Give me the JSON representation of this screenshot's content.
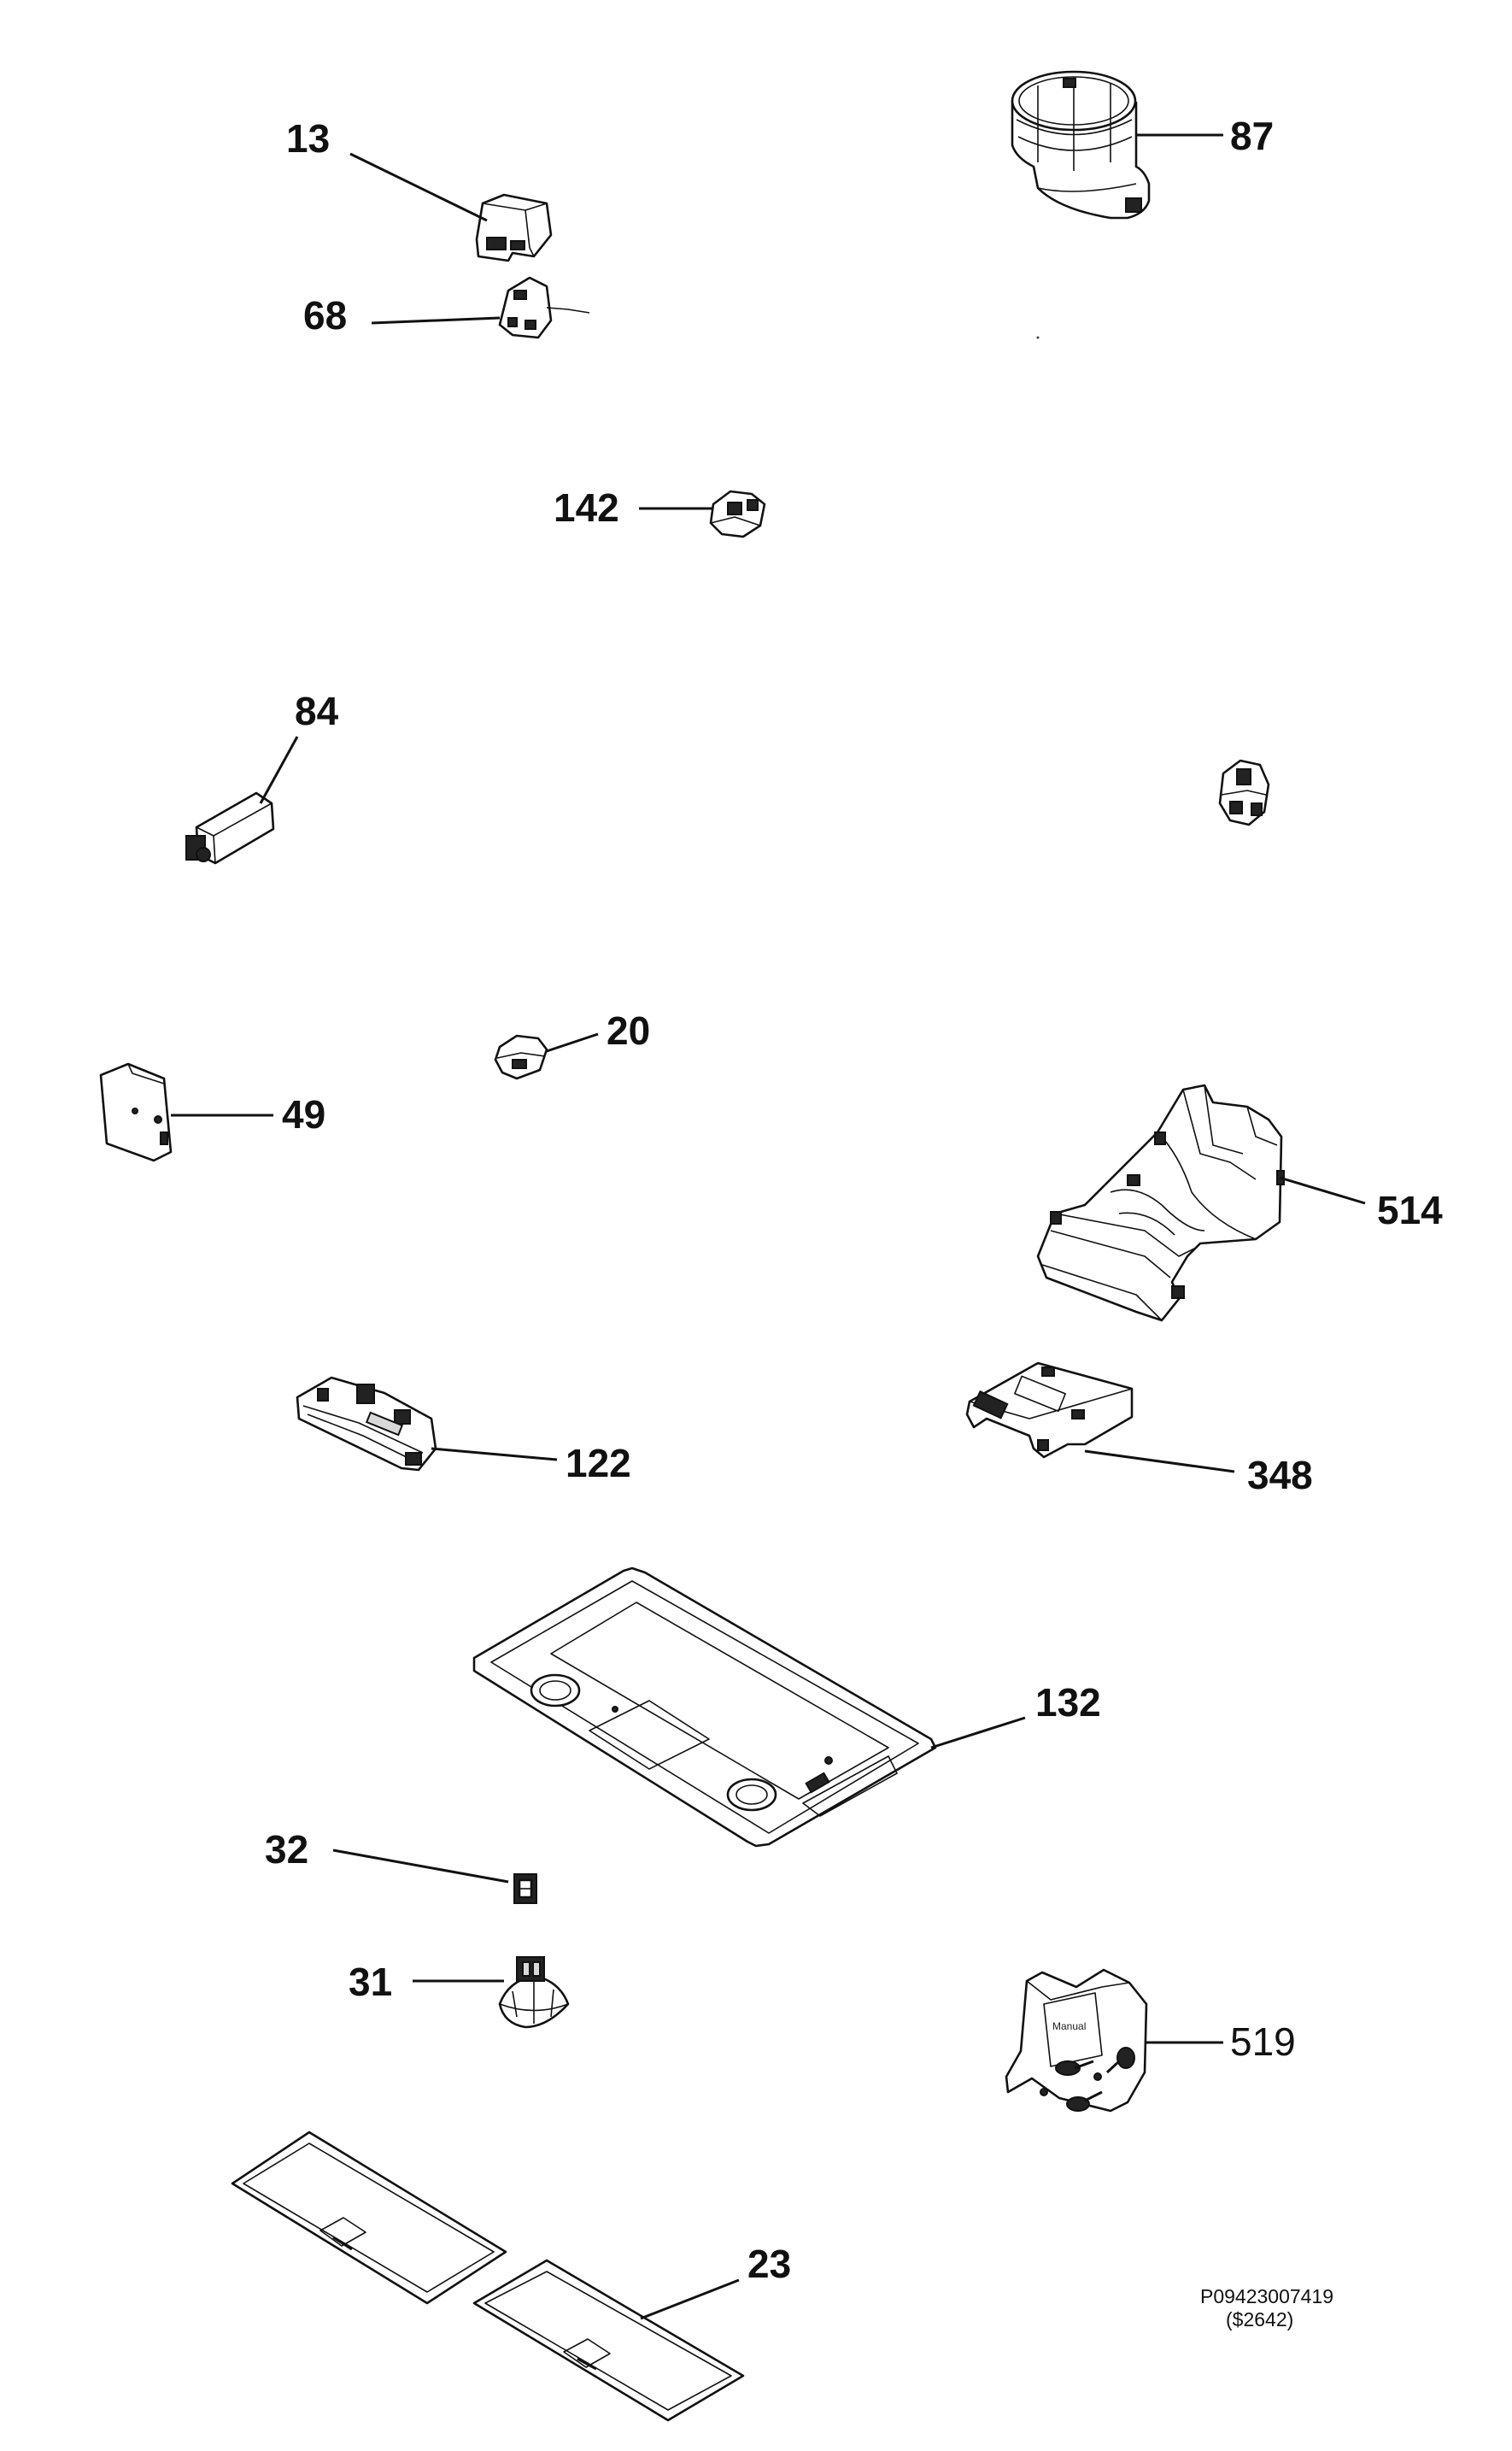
{
  "callouts": {
    "c13": "13",
    "c68": "68",
    "c87": "87",
    "c142": "142",
    "c84": "84",
    "c20": "20",
    "c49": "49",
    "c514": "514",
    "c122": "122",
    "c348": "348",
    "c132": "132",
    "c32": "32",
    "c31": "31",
    "c519": "519",
    "c23": "23"
  },
  "bag_label": "Manual",
  "drawing_code": "P09423007419",
  "price_code": "($2642)"
}
